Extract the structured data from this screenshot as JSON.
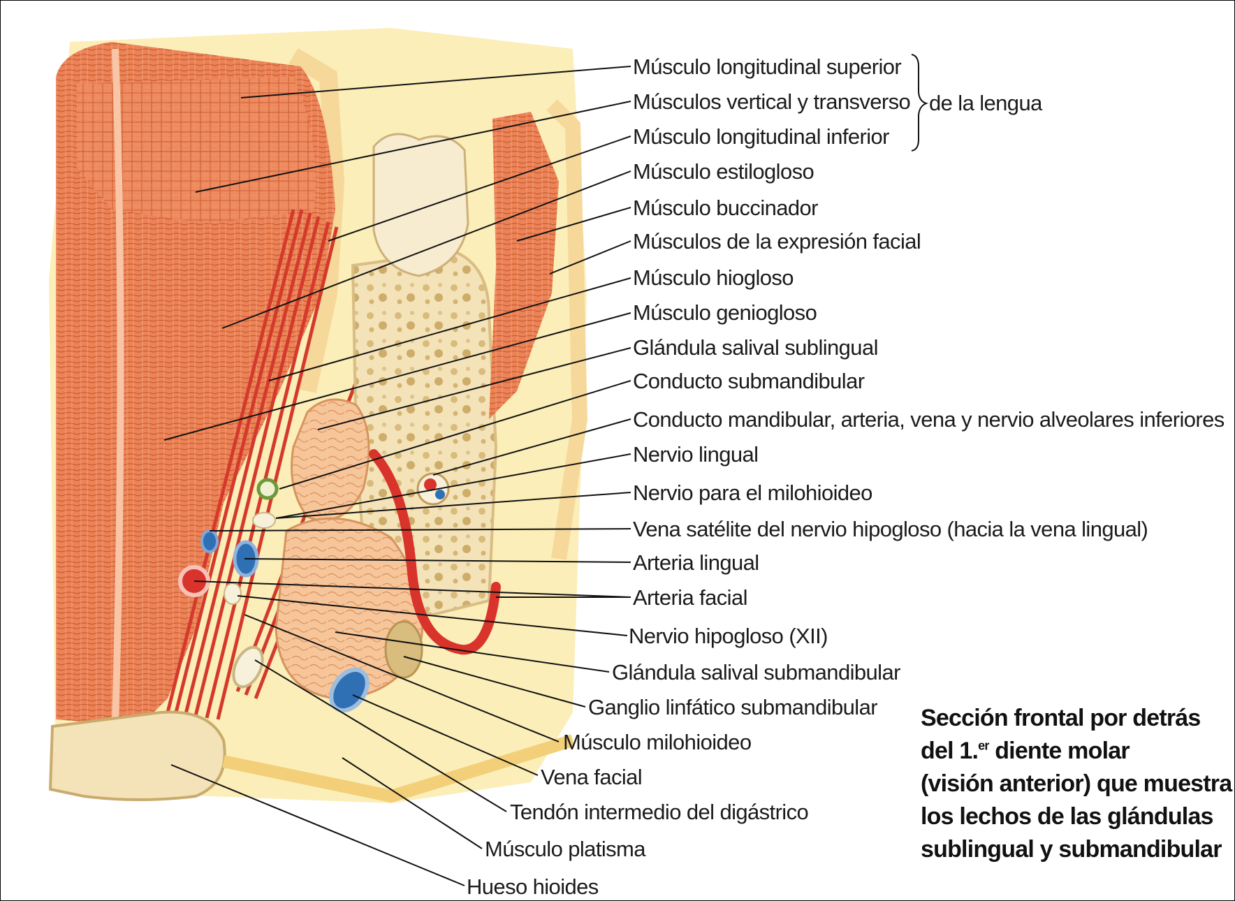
{
  "labels": [
    "Músculo longitudinal superior",
    "Músculos vertical y transverso",
    "Músculo longitudinal inferior",
    "Músculo estilogloso",
    "Músculo buccinador",
    "Músculos de la expresión facial",
    "Músculo hiogloso",
    "Músculo geniogloso",
    "Glándula salival sublingual",
    "Conducto submandibular",
    "Conducto mandibular, arteria, vena y nervio alveolares inferiores",
    "Nervio lingual",
    "Nervio para el milohioideo",
    "Vena satélite del nervio hipogloso (hacia la vena lingual)",
    "Arteria lingual",
    "Arteria facial",
    "Nervio hipogloso (XII)",
    "Glándula salival submandibular",
    "Ganglio linfático submandibular",
    "Músculo milohioideo",
    "Vena facial",
    "Tendón intermedio del digástrico",
    "Músculo platisma",
    "Hueso hioides"
  ],
  "group_label": "de la lengua",
  "caption": {
    "line1": "Sección frontal por detrás",
    "line2_prefix": "del 1.",
    "line2_sup": "er",
    "line2_suffix": " diente molar",
    "line3": "(visión anterior) que muestra",
    "line4": "los lechos de las glándulas",
    "line5": "sublingual y submandibular"
  },
  "colors": {
    "muscle": "#e8744a",
    "muscle_light": "#f2a27e",
    "fat": "#fbe9a6",
    "bone": "#f3dfb0",
    "artery": "#d9342b",
    "vein": "#2f6fb3",
    "nerve": "#f7f1dc",
    "leader": "#111111"
  }
}
